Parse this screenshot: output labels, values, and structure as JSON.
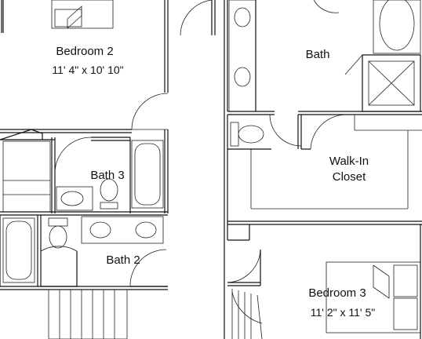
{
  "plan": {
    "rooms": [
      {
        "id": "bedroom-2",
        "label": "Bedroom 2",
        "dims": "11' 4\" x 10' 10\""
      },
      {
        "id": "bath-top",
        "label": "Bath",
        "dims": ""
      },
      {
        "id": "walk-in-closet",
        "label_line1": "Walk-In",
        "label_line2": "Closet"
      },
      {
        "id": "bath-3",
        "label": "Bath 3"
      },
      {
        "id": "bath-2",
        "label": "Bath 2"
      },
      {
        "id": "bedroom-3",
        "label": "Bedroom 3",
        "dims": "11' 2\" x 11' 5\""
      }
    ]
  }
}
